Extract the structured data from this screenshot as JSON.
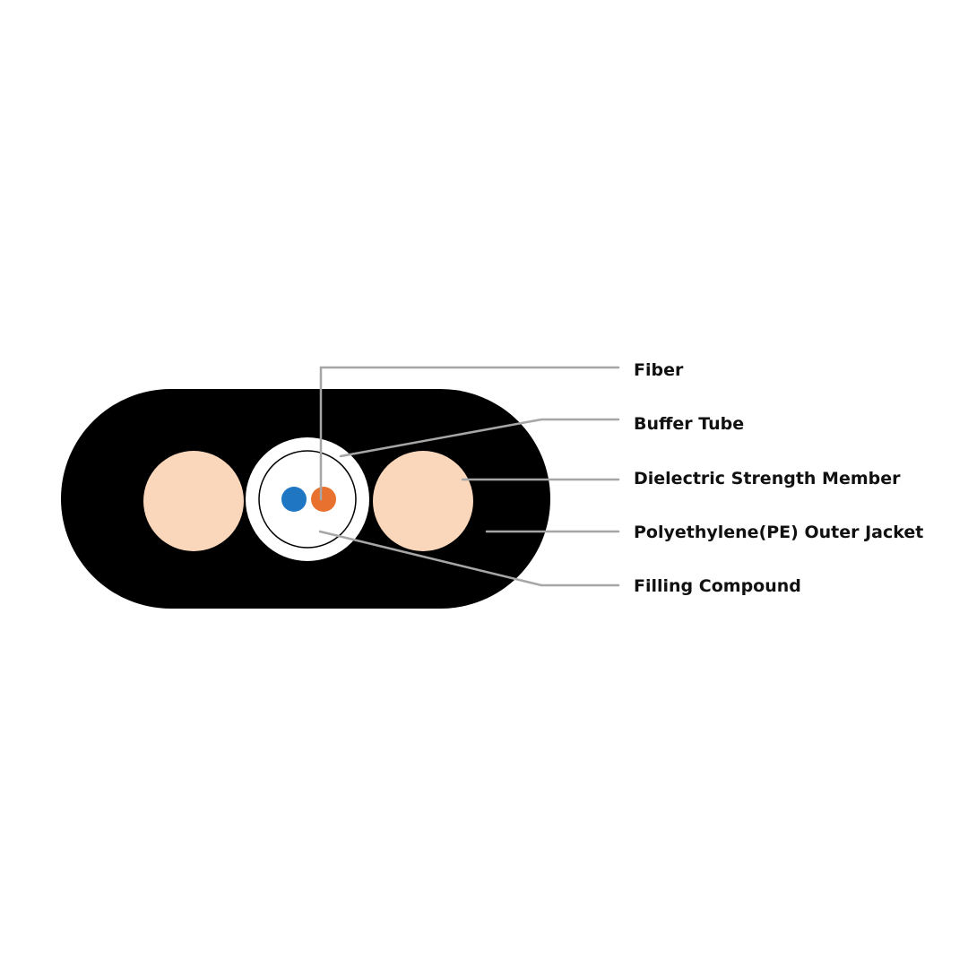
{
  "diagram": {
    "colors": {
      "background": "#ffffff",
      "outer_jacket": "#000000",
      "strength_member": "#fad6bb",
      "buffer_tube": "#ffffff",
      "filling_compound": "#ffffff",
      "fiber_blue": "#1f77c4",
      "fiber_orange": "#e8712f",
      "leader_line": "#a6a6a6",
      "label_text": "#111111"
    },
    "labels": [
      {
        "text": "Fiber"
      },
      {
        "text": "Buffer Tube"
      },
      {
        "text": "Dielectric Strength Member"
      },
      {
        "text": "Polyethylene(PE) Outer Jacket"
      },
      {
        "text": "Filling Compound"
      }
    ]
  }
}
